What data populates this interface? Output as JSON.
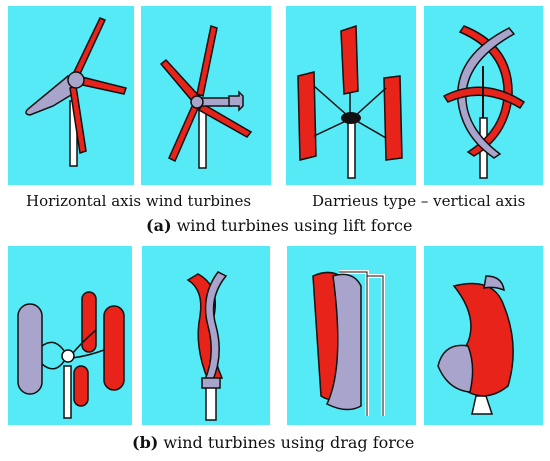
{
  "top": {
    "left_label": "Horizontal axis wind turbines",
    "right_label": "Darrieus type – vertical axis",
    "caption_letter": "(a)",
    "caption_text": "wind turbines using lift force"
  },
  "bottom": {
    "caption_letter": "(b)",
    "caption_text": "wind turbines using drag force"
  },
  "colors": {
    "sky": "#55eaf6",
    "blade_red": "#e8231a",
    "body_lavender": "#a8a4cc",
    "outline": "#111111"
  }
}
